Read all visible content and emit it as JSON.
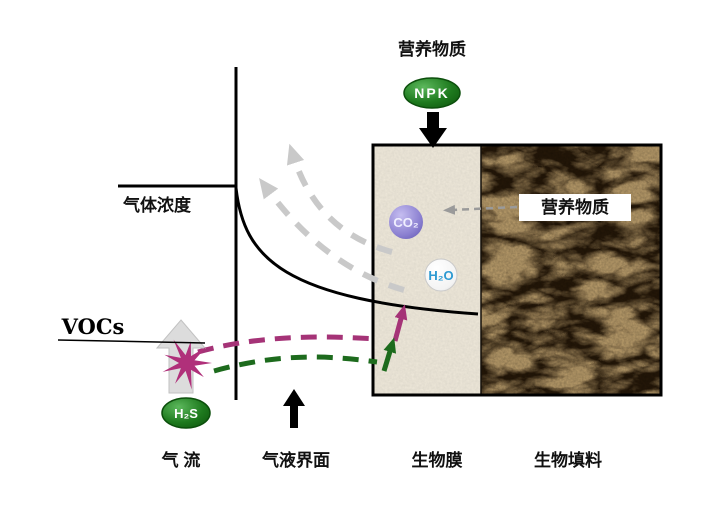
{
  "diagram": {
    "top": {
      "nutrients_label": "营养物质",
      "npk": "NPK"
    },
    "axis": {
      "label": "气体浓度"
    },
    "gas_side": {
      "vocs": "VOCs",
      "h2s": "H₂S"
    },
    "biofilm": {
      "co2": "CO₂",
      "h2o": "H₂O",
      "nutrients_box": "营养物质"
    },
    "bottom": {
      "gas_flow": "气 流",
      "gas_liquid_interface": "气液界面",
      "biofilm": "生物膜",
      "bio_packing": "生物填料"
    },
    "colors": {
      "npk_green": "#1e7a1e",
      "vocs_magenta": "#a53377",
      "h2s_green": "#1d6b1d",
      "co2_purple": "#8a7fd0",
      "h2o_text_blue": "#2e9ad2",
      "biofilm_beige": "#ece6d8",
      "packing_brown": "#241708",
      "escape_gray": "#c9c9c9"
    }
  }
}
